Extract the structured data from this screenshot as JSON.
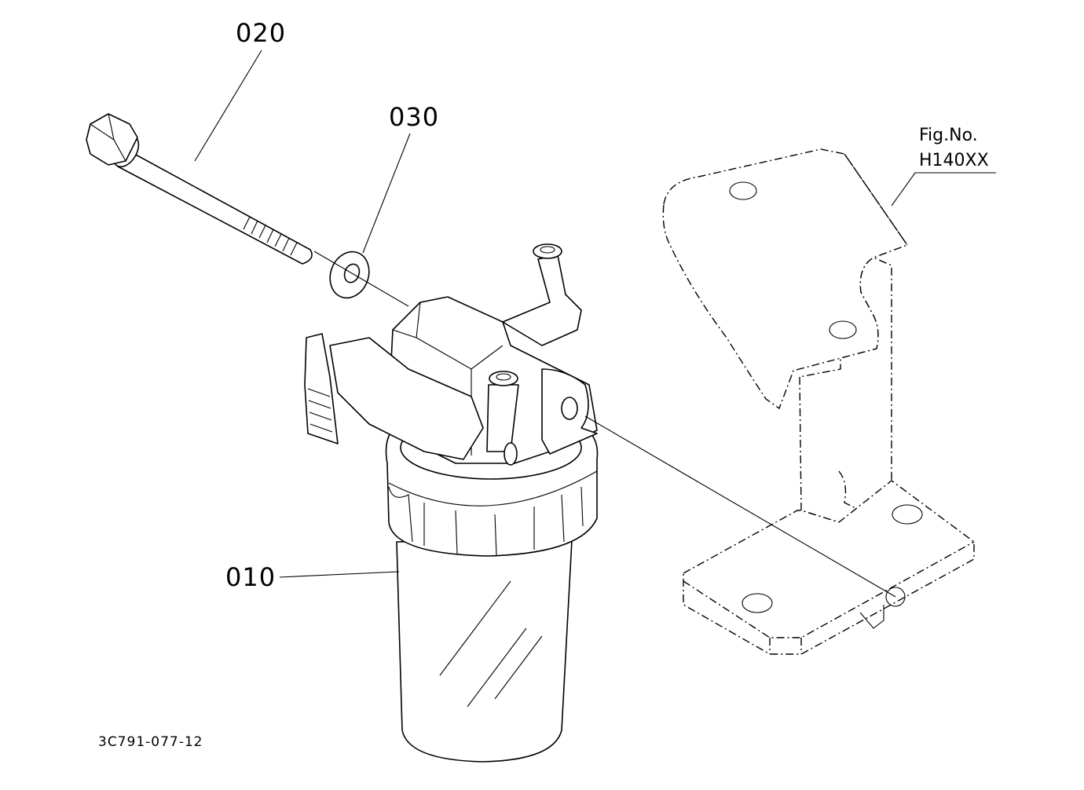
{
  "callouts": {
    "part_020": "020",
    "part_030": "030",
    "part_010": "010"
  },
  "figure_ref": {
    "line1": "Fig.No.",
    "line2": "H140XX"
  },
  "drawing_code": "3C791-077-12",
  "colors": {
    "ink": "#000000",
    "paper": "#ffffff"
  }
}
